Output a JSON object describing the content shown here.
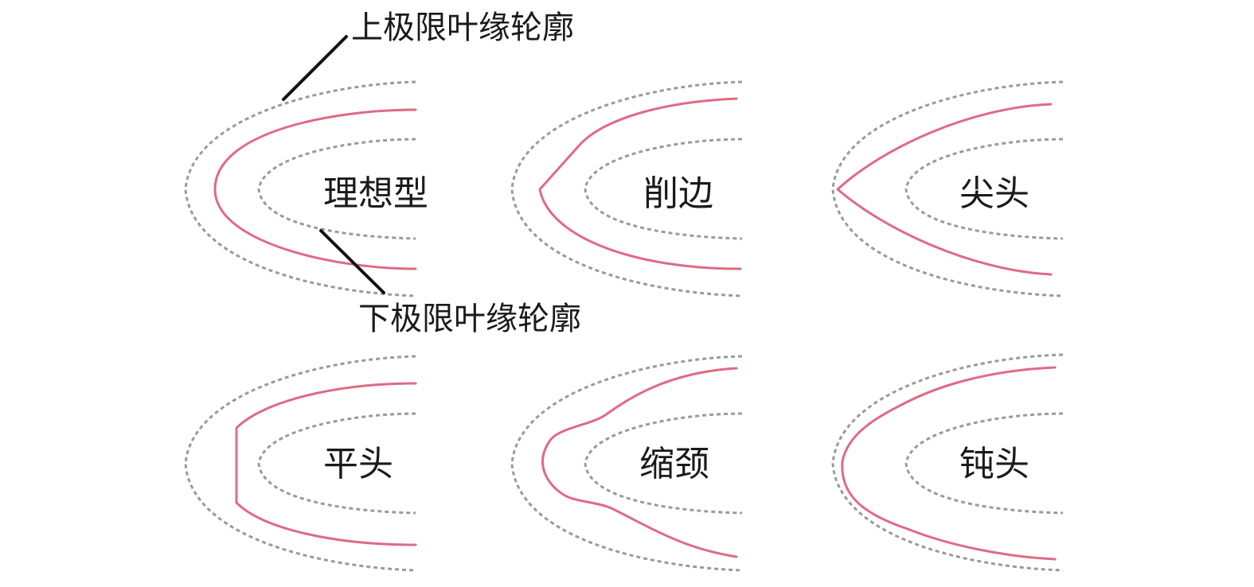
{
  "callouts": {
    "upper": "上极限叶缘轮廓",
    "lower": "下极限叶缘轮廓"
  },
  "panels": [
    {
      "id": "ideal",
      "label": "理想型"
    },
    {
      "id": "trimmed",
      "label": "削边"
    },
    {
      "id": "pointed",
      "label": "尖头"
    },
    {
      "id": "flat",
      "label": "平头"
    },
    {
      "id": "necked",
      "label": "缩颈"
    },
    {
      "id": "blunt",
      "label": "钝头"
    }
  ],
  "colors": {
    "contour": "#e06a85",
    "limit": "#9a9a9a",
    "leader": "#111111"
  }
}
